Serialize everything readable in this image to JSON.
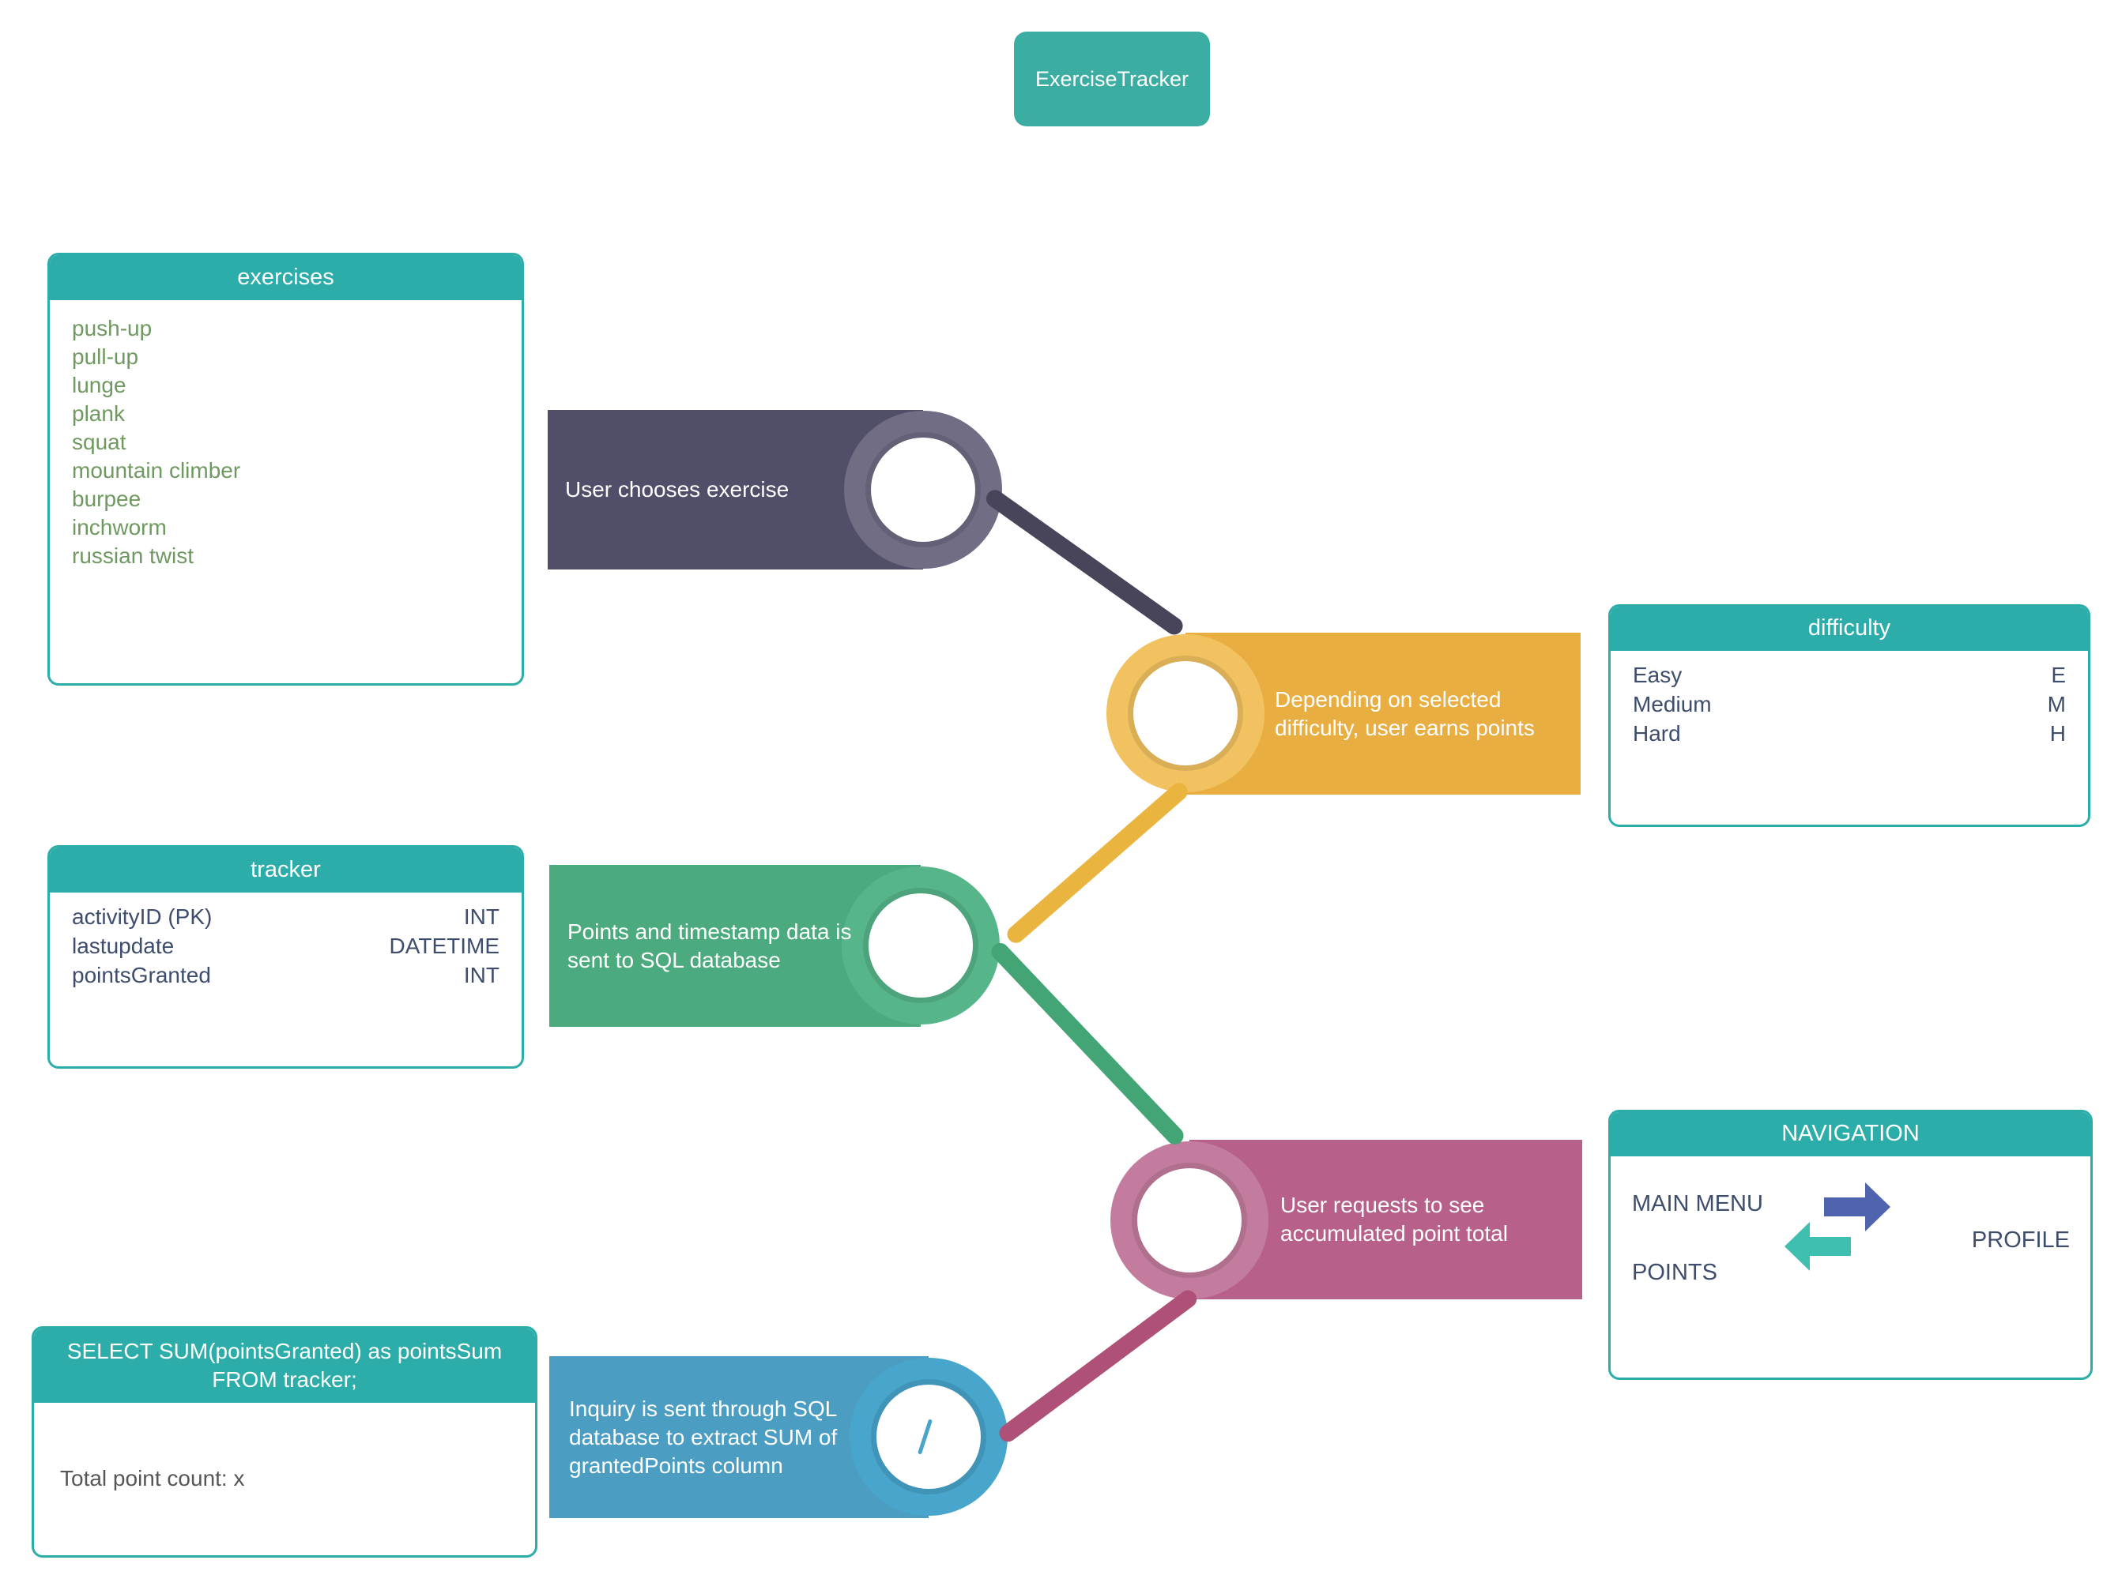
{
  "title_box": {
    "label": "ExerciseTracker"
  },
  "colors": {
    "teal": "#2cada9",
    "title_box": "#3cada3",
    "step_purple": "#514e6a",
    "step_orange": "#e9ae41",
    "step_green": "#4cab7e",
    "step_pink": "#b7618a",
    "step_blue": "#4c9dc2",
    "arrow_blue": "#5063ae",
    "arrow_teal": "#3fbfb0",
    "exercise_item_text": "#6f9960",
    "table_text": "#3d4d6b",
    "note_text": "#565656"
  },
  "tables": {
    "exercises": {
      "title": "exercises",
      "items": [
        "push-up",
        "pull-up",
        "lunge",
        "plank",
        "squat",
        "mountain climber",
        "burpee",
        "inchworm",
        "russian twist"
      ]
    },
    "difficulty": {
      "title": "difficulty",
      "rows": [
        {
          "name": "Easy",
          "value": "E"
        },
        {
          "name": "Medium",
          "value": "M"
        },
        {
          "name": "Hard",
          "value": "H"
        }
      ]
    },
    "tracker": {
      "title": "tracker",
      "rows": [
        {
          "name": "activityID (PK)",
          "value": "INT"
        },
        {
          "name": "lastupdate",
          "value": "DATETIME"
        },
        {
          "name": "pointsGranted",
          "value": "INT"
        }
      ]
    },
    "navigation": {
      "title": "NAVIGATION",
      "items_left": [
        "MAIN MENU",
        "POINTS"
      ],
      "item_right": "PROFILE"
    },
    "query": {
      "title": "SELECT SUM(pointsGranted) as pointsSum FROM tracker;",
      "note": "Total point count: x"
    }
  },
  "timeline": {
    "steps": [
      {
        "label": "User chooses exercise"
      },
      {
        "label": "Depending on selected\ndifficulty, user earns points"
      },
      {
        "label": "Points and timestamp data is\nsent to SQL database"
      },
      {
        "label": "User requests to see\naccumulated point total"
      },
      {
        "label": "Inquiry is sent through SQL\ndatabase to extract SUM of\ngrantedPoints column"
      }
    ],
    "slash_glyph": ""
  }
}
